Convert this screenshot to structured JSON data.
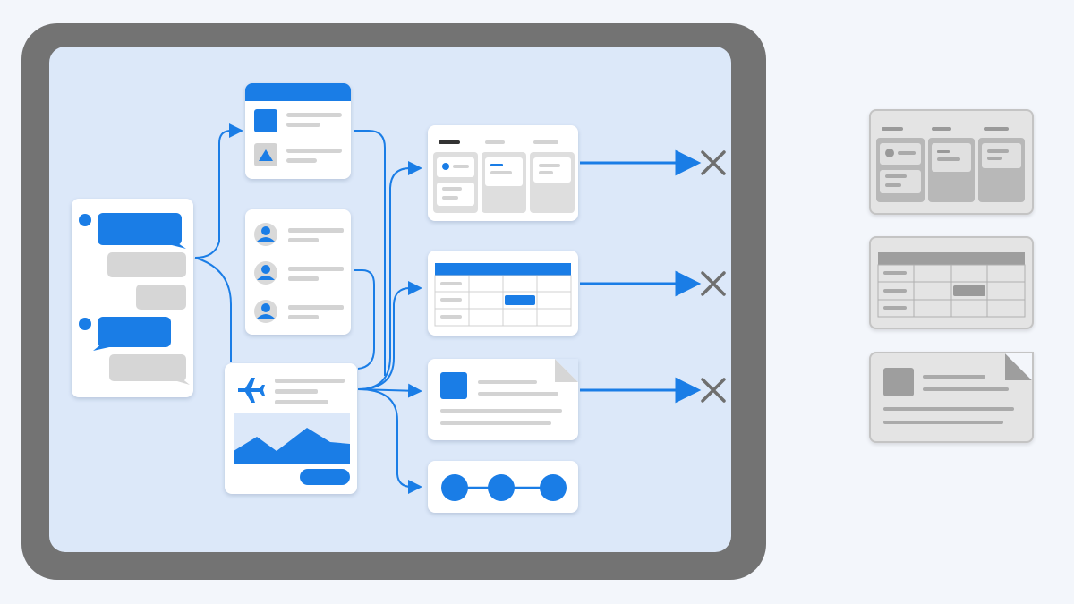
{
  "colors": {
    "accent": "#1a7de6",
    "device_frame": "#737373",
    "screen_bg": "#dce8f9",
    "discarded": "#e4e4e4",
    "reject_mark": "#6f6f6f"
  },
  "diagram": {
    "source": "chat-conversation",
    "generated": [
      "form-card",
      "contacts-list-card",
      "travel-card"
    ],
    "candidates": [
      {
        "name": "kanban-board",
        "status": "rejected"
      },
      {
        "name": "data-table",
        "status": "rejected"
      },
      {
        "name": "document",
        "status": "rejected"
      },
      {
        "name": "stepper",
        "status": "accepted"
      }
    ],
    "discarded": [
      "kanban-board",
      "data-table",
      "document"
    ],
    "icons": [
      "avatar-icon",
      "airplane-icon",
      "triangle-icon",
      "close-icon"
    ]
  }
}
